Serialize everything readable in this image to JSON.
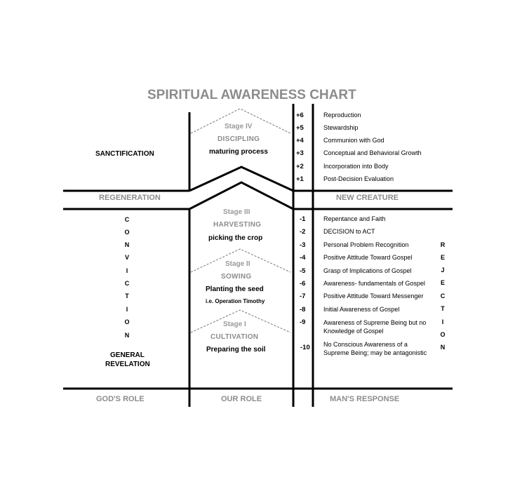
{
  "title": "SPIRITUAL AWARENESS CHART",
  "gods_role": {
    "sanctification": "SANCTIFICATION",
    "conviction": [
      "C",
      "O",
      "N",
      "V",
      "I",
      "C",
      "T",
      "I",
      "O",
      "N"
    ],
    "general_revelation": [
      "GENERAL",
      "REVELATION"
    ]
  },
  "regeneration_label": "REGENERATION",
  "new_creature_label": "NEW CREATURE",
  "stages": [
    {
      "stage": "Stage IV",
      "name": "DISCIPLING",
      "desc": "maturing process"
    },
    {
      "stage": "Stage III",
      "name": "HARVESTING",
      "desc": "picking the crop"
    },
    {
      "stage": "Stage II",
      "name": "SOWING",
      "desc": "Planting the seed",
      "note": "i.e. Operation Timothy"
    },
    {
      "stage": "Stage I",
      "name": "CULTIVATION",
      "desc": "Preparing the soil"
    }
  ],
  "upper_scale": [
    {
      "num": "+6",
      "label": "Reproduction"
    },
    {
      "num": "+5",
      "label": "Stewardship"
    },
    {
      "num": "+4",
      "label": "Communion  with God"
    },
    {
      "num": "+3",
      "label": "Conceptual and Behavioral Growth"
    },
    {
      "num": "+2",
      "label": "Incorporation into Body"
    },
    {
      "num": "+1",
      "label": "Post-Decision  Evaluation"
    }
  ],
  "lower_scale": [
    {
      "num": "-1",
      "label": "Repentance and Faith"
    },
    {
      "num": "-2",
      "label": "DECISION to ACT"
    },
    {
      "num": "-3",
      "label": "Personal Problem Recognition"
    },
    {
      "num": "-4",
      "label": "Positive Attitude Toward Gospel"
    },
    {
      "num": "-5",
      "label": "Grasp of Implications of Gospel"
    },
    {
      "num": "-6",
      "label": "Awareness- fundamentals  of Gospel"
    },
    {
      "num": "-7",
      "label": "Positive Attitude Toward Messenger"
    },
    {
      "num": "-8",
      "label": "Initial Awareness of Gospel"
    },
    {
      "num": "-9",
      "label": [
        "Awareness of Supreme Being but no",
        "Knowledge of Gospel"
      ]
    },
    {
      "num": "-10",
      "label": [
        "No Conscious Awareness of a",
        "Supreme Being; may be antagonistic"
      ]
    }
  ],
  "rejection": [
    "R",
    "E",
    "J",
    "E",
    "C",
    "T",
    "I",
    "O",
    "N"
  ],
  "footer": {
    "gods_role": "GOD'S ROLE",
    "our_role": "OUR ROLE",
    "mans_response": "MAN'S RESPONSE"
  }
}
